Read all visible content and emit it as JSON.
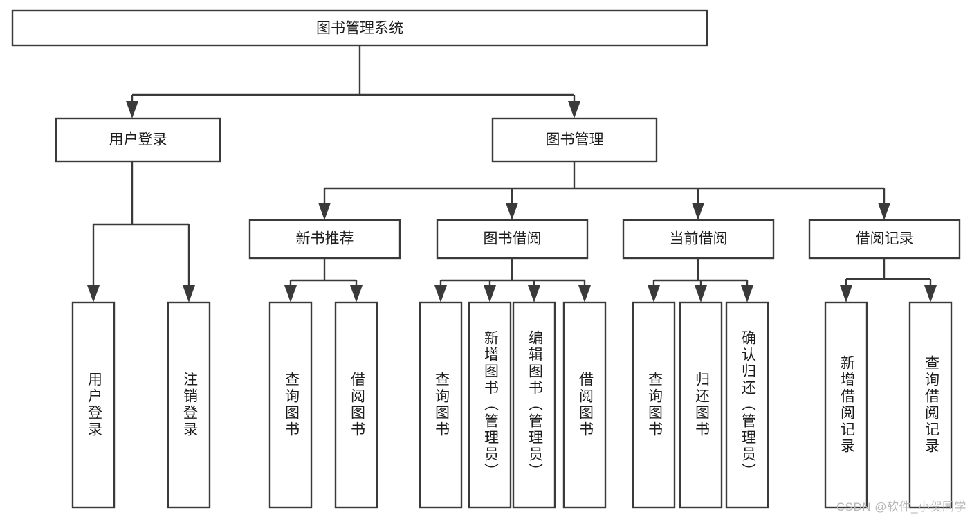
{
  "diagram": {
    "type": "hierarchy-tree",
    "title": "图书管理系统",
    "watermark": "CSDN @软件_小贺同学",
    "colors": {
      "box_stroke": "#3a3a3a",
      "box_fill": "#ffffff",
      "text": "#1c1c1c",
      "background": "#ffffff",
      "watermark": "#b6b6b6"
    },
    "root": {
      "label": "图书管理系统",
      "orientation": "horizontal"
    },
    "level2": [
      {
        "label": "用户登录",
        "orientation": "horizontal"
      },
      {
        "label": "图书管理",
        "orientation": "horizontal"
      }
    ],
    "level3": [
      {
        "label": "新书推荐",
        "orientation": "horizontal"
      },
      {
        "label": "图书借阅",
        "orientation": "horizontal"
      },
      {
        "label": "当前借阅",
        "orientation": "horizontal"
      },
      {
        "label": "借阅记录",
        "orientation": "horizontal"
      }
    ],
    "leaves": {
      "user_login": [
        {
          "label": "用户登录",
          "orientation": "vertical"
        },
        {
          "label": "注销登录",
          "orientation": "vertical"
        }
      ],
      "new_book_recommend": [
        {
          "label": "查询图书",
          "orientation": "vertical"
        },
        {
          "label": "借阅图书",
          "orientation": "vertical"
        }
      ],
      "book_borrow": [
        {
          "label": "查询图书",
          "orientation": "vertical"
        },
        {
          "label": "新增图书（管理员）",
          "orientation": "vertical"
        },
        {
          "label": "编辑图书（管理员）",
          "orientation": "vertical"
        },
        {
          "label": "借阅图书",
          "orientation": "vertical"
        }
      ],
      "current_borrow": [
        {
          "label": "查询图书",
          "orientation": "vertical"
        },
        {
          "label": "归还图书",
          "orientation": "vertical"
        },
        {
          "label": "确认归还（管理员）",
          "orientation": "vertical"
        }
      ],
      "borrow_record": [
        {
          "label": "新增借阅记录",
          "orientation": "vertical"
        },
        {
          "label": "查询借阅记录",
          "orientation": "vertical"
        }
      ]
    }
  }
}
